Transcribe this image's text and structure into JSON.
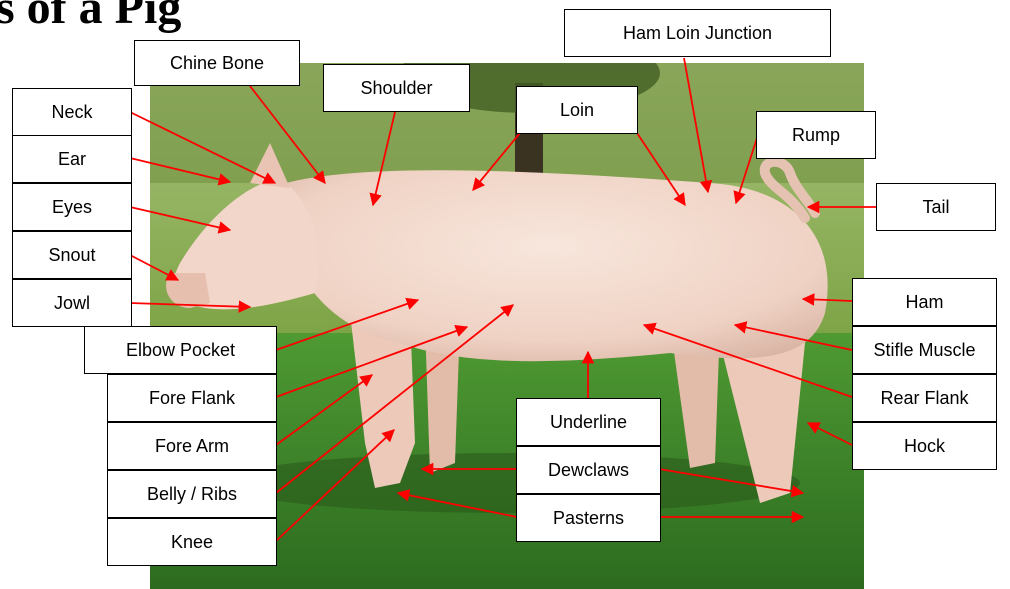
{
  "title": "s of a Pig",
  "colors": {
    "arrow": "#ff0000",
    "sky": "#c8d7a4",
    "grass": "#3f8a2c",
    "pig": "#f1d6c9",
    "trees": "#5e7f35"
  },
  "labels": {
    "chine_bone": "Chine Bone",
    "shoulder": "Shoulder",
    "neck": "Neck",
    "ear": "Ear",
    "eyes": "Eyes",
    "snout": "Snout",
    "jowl": "Jowl",
    "elbow_pocket": "Elbow Pocket",
    "fore_flank": "Fore Flank",
    "fore_arm": "Fore Arm",
    "belly_ribs": "Belly / Ribs",
    "knee": "Knee",
    "loin": "Loin",
    "ham_loin_junction": "Ham Loin Junction",
    "rump": "Rump",
    "tail": "Tail",
    "ham": "Ham",
    "stifle_muscle": "Stifle Muscle",
    "rear_flank": "Rear Flank",
    "hock": "Hock",
    "underline": "Underline",
    "dewclaws": "Dewclaws",
    "pasterns": "Pasterns"
  }
}
